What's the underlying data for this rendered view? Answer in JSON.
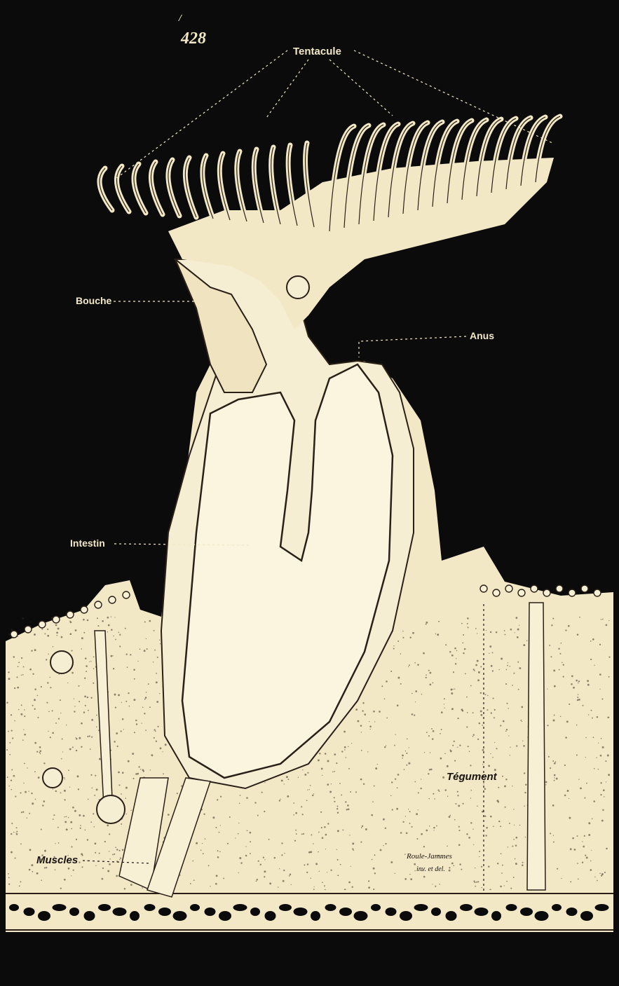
{
  "plate": {
    "number": "428",
    "number_prefix": "/"
  },
  "labels": {
    "tentacule": "Tentacule",
    "bouche": "Bouche",
    "anus": "Anus",
    "intestin": "Intestin",
    "tegument": "Tégument",
    "muscles": "Muscles"
  },
  "signature": {
    "line1": "Roule-Jammes",
    "line2": "inv. et del."
  },
  "colors": {
    "background": "#0b0b0b",
    "tissue": "#f2e8c6",
    "ink": "#1a1410"
  }
}
